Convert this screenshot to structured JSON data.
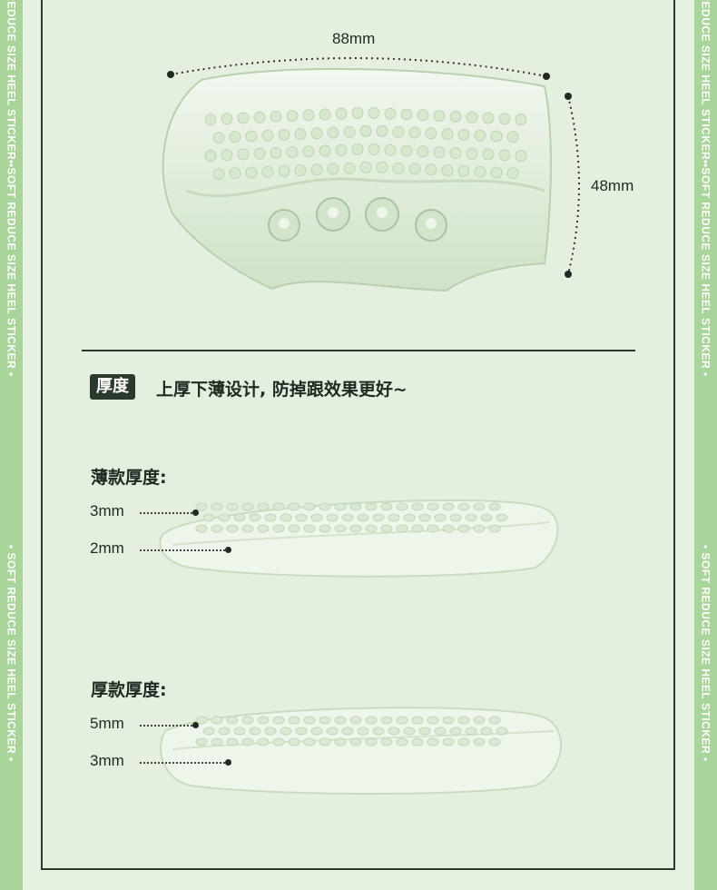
{
  "side_banner": {
    "text": "• SOFT REDUCE SIZE HEEL STICKER •"
  },
  "dimensions": {
    "width_label": "88mm",
    "height_label": "48mm"
  },
  "section": {
    "badge": "厚度",
    "headline": "上厚下薄设计, 防掉跟效果更好~"
  },
  "thin_version": {
    "title": "薄款厚度:",
    "top_thickness": "3mm",
    "bottom_thickness": "2mm"
  },
  "thick_version": {
    "title": "厚款厚度:",
    "top_thickness": "5mm",
    "bottom_thickness": "3mm"
  },
  "colors": {
    "background": "#e7f1e2",
    "side_band": "#a9d49a",
    "frame": "#2a3a2e"
  }
}
